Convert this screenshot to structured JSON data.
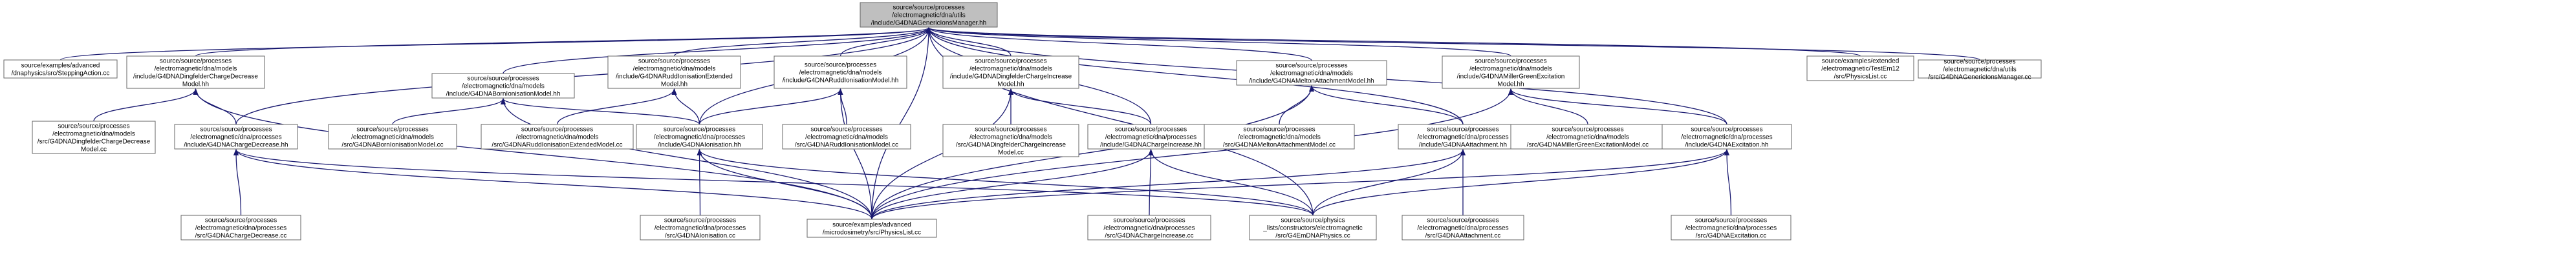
{
  "graph": {
    "type": "include-dependency-graph",
    "colors": {
      "root_fill": "#bfbfbf",
      "node_fill": "#ffffff",
      "node_border": "#666666",
      "edge": "#191970"
    },
    "nodes": [
      {
        "id": "root",
        "lines": [
          "source/source/processes",
          "/electromagnetic/dna/utils",
          "/include/G4DNAGenericIonsManager.hh"
        ]
      },
      {
        "id": "stepping",
        "lines": [
          "source/examples/advanced",
          "/dnaphysics/src/SteppingAction.cc"
        ]
      },
      {
        "id": "dingfelder_hh",
        "lines": [
          "source/source/processes",
          "/electromagnetic/dna/models",
          "/include/G4DNADingfelderChargeDecrease",
          "Model.hh"
        ]
      },
      {
        "id": "dingfelder_cc",
        "lines": [
          "source/source/processes",
          "/electromagnetic/dna/models",
          "/src/G4DNADingfelderChargeDecrease",
          "Model.cc"
        ]
      },
      {
        "id": "chargedecrease_hh",
        "lines": [
          "source/source/processes",
          "/electromagnetic/dna/processes",
          "/include/G4DNAChargeDecrease.hh"
        ]
      },
      {
        "id": "chargedecrease_cc",
        "lines": [
          "source/source/processes",
          "/electromagnetic/dna/processes",
          "/src/G4DNAChargeDecrease.cc"
        ]
      },
      {
        "id": "born_hh",
        "lines": [
          "source/source/processes",
          "/electromagnetic/dna/models",
          "/include/G4DNABornIonisationModel.hh"
        ]
      },
      {
        "id": "born_cc",
        "lines": [
          "source/source/processes",
          "/electromagnetic/dna/models",
          "/src/G4DNABornIonisationModel.cc"
        ]
      },
      {
        "id": "rudd_ext_hh",
        "lines": [
          "source/source/processes",
          "/electromagnetic/dna/models",
          "/include/G4DNARuddIonisationExtended",
          "Model.hh"
        ]
      },
      {
        "id": "rudd_ext_cc",
        "lines": [
          "source/source/processes",
          "/electromagnetic/dna/models",
          "/src/G4DNARuddIonisationExtendedModel.cc"
        ]
      },
      {
        "id": "rudd_hh",
        "lines": [
          "source/source/processes",
          "/electromagnetic/dna/models",
          "/include/G4DNARuddIonisationModel.hh"
        ]
      },
      {
        "id": "rudd_cc",
        "lines": [
          "source/source/processes",
          "/electromagnetic/dna/models",
          "/src/G4DNARuddIonisationModel.cc"
        ]
      },
      {
        "id": "ionisation_hh",
        "lines": [
          "source/source/processes",
          "/electromagnetic/dna/processes",
          "/include/G4DNAIonisation.hh"
        ]
      },
      {
        "id": "ionisation_cc",
        "lines": [
          "source/source/processes",
          "/electromagnetic/dna/processes",
          "/src/G4DNAIonisation.cc"
        ]
      },
      {
        "id": "physicslist_adv",
        "lines": [
          "source/examples/advanced",
          "/microdosimetry/src/PhysicsList.cc"
        ]
      },
      {
        "id": "dingfelder_inc_hh",
        "lines": [
          "source/source/processes",
          "/electromagnetic/dna/models",
          "/include/G4DNADingfelderChargeIncrease",
          "Model.hh"
        ]
      },
      {
        "id": "dingfelder_inc_cc",
        "lines": [
          "source/source/processes",
          "/electromagnetic/dna/models",
          "/src/G4DNADingfelderChargeIncrease",
          "Model.cc"
        ]
      },
      {
        "id": "chargeincrease_hh",
        "lines": [
          "source/source/processes",
          "/electromagnetic/dna/processes",
          "/include/G4DNAChargeIncrease.hh"
        ]
      },
      {
        "id": "chargeincrease_cc",
        "lines": [
          "source/source/processes",
          "/electromagnetic/dna/processes",
          "/src/G4DNAChargeIncrease.cc"
        ]
      },
      {
        "id": "melton_hh",
        "lines": [
          "source/source/processes",
          "/electromagnetic/dna/models",
          "/include/G4DNAMeltonAttachmentModel.hh"
        ]
      },
      {
        "id": "melton_cc",
        "lines": [
          "source/source/processes",
          "/electromagnetic/dna/models",
          "/src/G4DNAMeltonAttachmentModel.cc"
        ]
      },
      {
        "id": "attachment_hh",
        "lines": [
          "source/source/processes",
          "/electromagnetic/dna/processes",
          "/include/G4DNAAttachment.hh"
        ]
      },
      {
        "id": "attachment_cc",
        "lines": [
          "source/source/processes",
          "/electromagnetic/dna/processes",
          "/src/G4DNAAttachment.cc"
        ]
      },
      {
        "id": "emdna_cc",
        "lines": [
          "source/source/physics",
          "_lists/constructors/electromagnetic",
          "/src/G4EmDNAPhysics.cc"
        ]
      },
      {
        "id": "miller_hh",
        "lines": [
          "source/source/processes",
          "/electromagnetic/dna/models",
          "/include/G4DNAMillerGreenExcitation",
          "Model.hh"
        ]
      },
      {
        "id": "miller_cc",
        "lines": [
          "source/source/processes",
          "/electromagnetic/dna/models",
          "/src/G4DNAMillerGreenExcitationModel.cc"
        ]
      },
      {
        "id": "excitation_hh",
        "lines": [
          "source/source/processes",
          "/electromagnetic/dna/processes",
          "/include/G4DNAExcitation.hh"
        ]
      },
      {
        "id": "excitation_cc",
        "lines": [
          "source/source/processes",
          "/electromagnetic/dna/processes",
          "/src/G4DNAExcitation.cc"
        ]
      },
      {
        "id": "physicslist_ext",
        "lines": [
          "source/examples/extended",
          "/electromagnetic/TestEm12",
          "/src/PhysicsList.cc"
        ]
      },
      {
        "id": "genericions_cc",
        "lines": [
          "source/source/processes",
          "/electromagnetic/dna/utils",
          "/src/G4DNAGenericIonsManager.cc"
        ]
      }
    ],
    "edges": [
      [
        "stepping",
        "root"
      ],
      [
        "dingfelder_hh",
        "root"
      ],
      [
        "chargedecrease_hh",
        "root"
      ],
      [
        "born_hh",
        "root"
      ],
      [
        "rudd_ext_hh",
        "root"
      ],
      [
        "rudd_hh",
        "root"
      ],
      [
        "ionisation_hh",
        "root"
      ],
      [
        "physicslist_adv",
        "root"
      ],
      [
        "dingfelder_inc_hh",
        "root"
      ],
      [
        "chargeincrease_hh",
        "root"
      ],
      [
        "melton_hh",
        "root"
      ],
      [
        "attachment_hh",
        "root"
      ],
      [
        "emdna_cc",
        "root"
      ],
      [
        "miller_hh",
        "root"
      ],
      [
        "excitation_hh",
        "root"
      ],
      [
        "physicslist_ext",
        "root"
      ],
      [
        "genericions_cc",
        "root"
      ],
      [
        "dingfelder_cc",
        "dingfelder_hh"
      ],
      [
        "chargedecrease_hh",
        "dingfelder_hh"
      ],
      [
        "physicslist_adv",
        "dingfelder_hh"
      ],
      [
        "chargedecrease_cc",
        "chargedecrease_hh"
      ],
      [
        "physicslist_adv",
        "chargedecrease_hh"
      ],
      [
        "emdna_cc",
        "chargedecrease_hh"
      ],
      [
        "born_cc",
        "born_hh"
      ],
      [
        "ionisation_hh",
        "born_hh"
      ],
      [
        "physicslist_adv",
        "born_hh"
      ],
      [
        "rudd_ext_cc",
        "rudd_ext_hh"
      ],
      [
        "ionisation_hh",
        "rudd_ext_hh"
      ],
      [
        "rudd_cc",
        "rudd_hh"
      ],
      [
        "ionisation_hh",
        "rudd_hh"
      ],
      [
        "physicslist_adv",
        "rudd_hh"
      ],
      [
        "ionisation_cc",
        "ionisation_hh"
      ],
      [
        "physicslist_adv",
        "ionisation_hh"
      ],
      [
        "emdna_cc",
        "ionisation_hh"
      ],
      [
        "dingfelder_inc_cc",
        "dingfelder_inc_hh"
      ],
      [
        "chargeincrease_hh",
        "dingfelder_inc_hh"
      ],
      [
        "physicslist_adv",
        "dingfelder_inc_hh"
      ],
      [
        "chargeincrease_cc",
        "chargeincrease_hh"
      ],
      [
        "physicslist_adv",
        "chargeincrease_hh"
      ],
      [
        "emdna_cc",
        "chargeincrease_hh"
      ],
      [
        "melton_cc",
        "melton_hh"
      ],
      [
        "attachment_hh",
        "melton_hh"
      ],
      [
        "physicslist_adv",
        "melton_hh"
      ],
      [
        "attachment_cc",
        "attachment_hh"
      ],
      [
        "physicslist_adv",
        "attachment_hh"
      ],
      [
        "emdna_cc",
        "attachment_hh"
      ],
      [
        "miller_cc",
        "miller_hh"
      ],
      [
        "excitation_hh",
        "miller_hh"
      ],
      [
        "physicslist_adv",
        "miller_hh"
      ],
      [
        "excitation_cc",
        "excitation_hh"
      ],
      [
        "physicslist_adv",
        "excitation_hh"
      ],
      [
        "emdna_cc",
        "excitation_hh"
      ]
    ]
  }
}
